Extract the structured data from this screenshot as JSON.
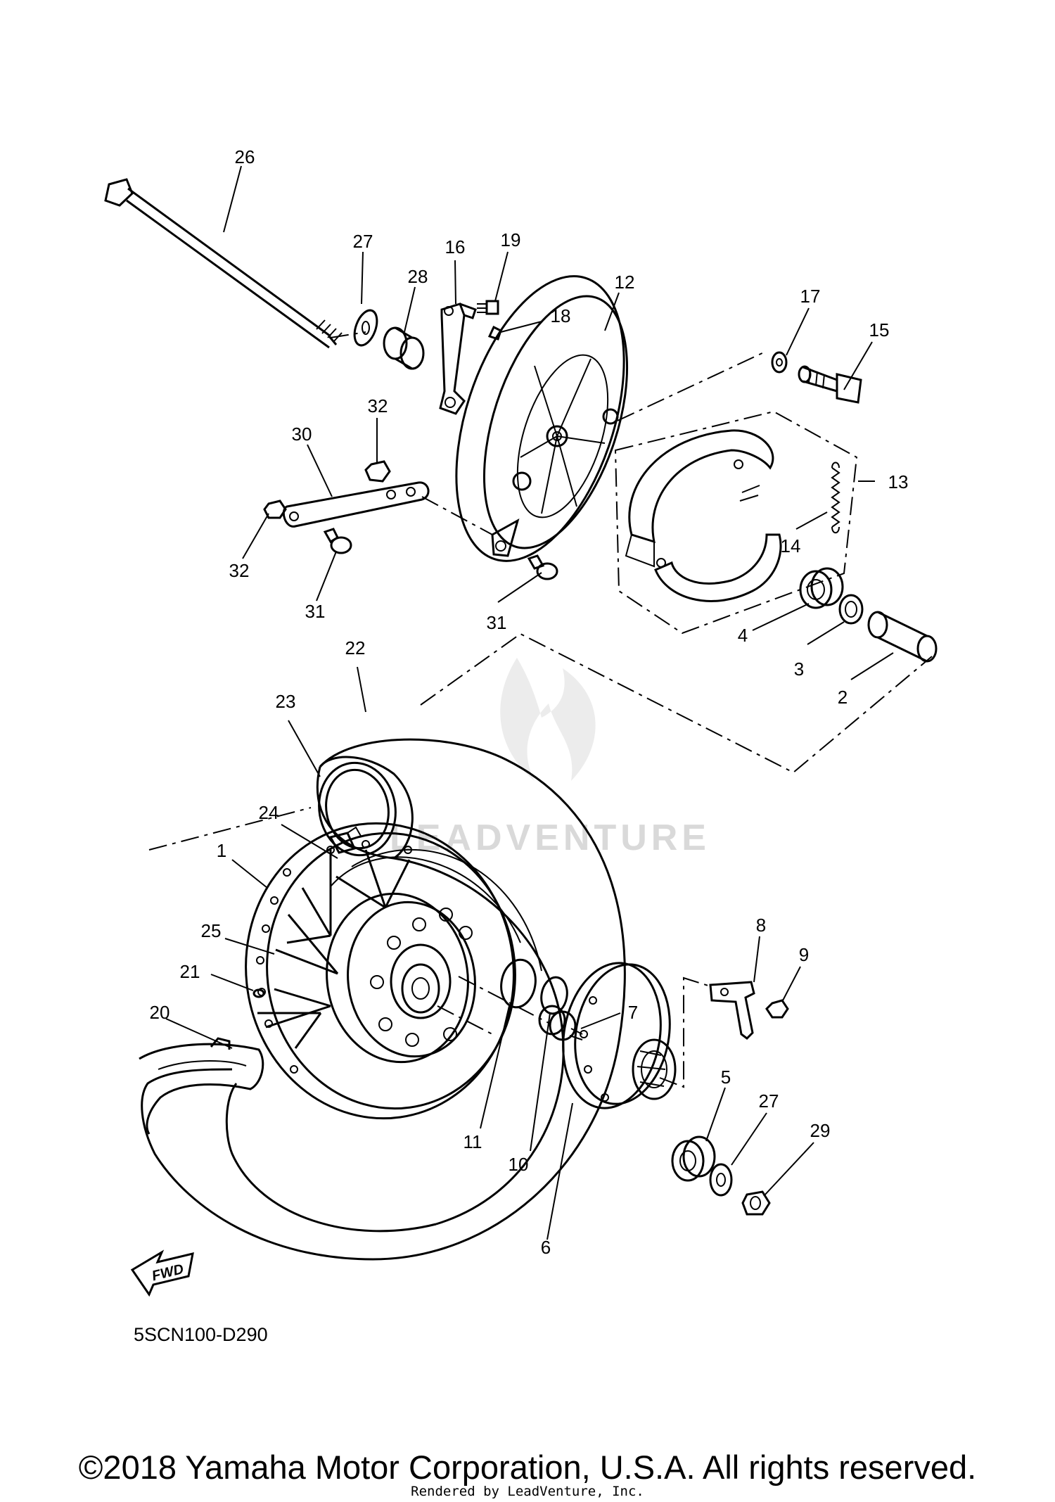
{
  "diagram": {
    "code": "5SCN100-D290",
    "fwd_label": "FWD",
    "watermark": "LEADVENTURE"
  },
  "callouts": [
    "26",
    "27",
    "28",
    "16",
    "19",
    "18",
    "12",
    "17",
    "15",
    "13",
    "14",
    "32",
    "30",
    "32",
    "31",
    "31",
    "4",
    "3",
    "2",
    "22",
    "23",
    "24",
    "1",
    "25",
    "21",
    "20",
    "8",
    "9",
    "7",
    "5",
    "27",
    "29",
    "11",
    "10",
    "6"
  ],
  "footer": {
    "copyright": "©2018 Yamaha Motor Corporation, U.S.A. All rights reserved.",
    "rendered_by": "Rendered by LeadVenture, Inc."
  }
}
